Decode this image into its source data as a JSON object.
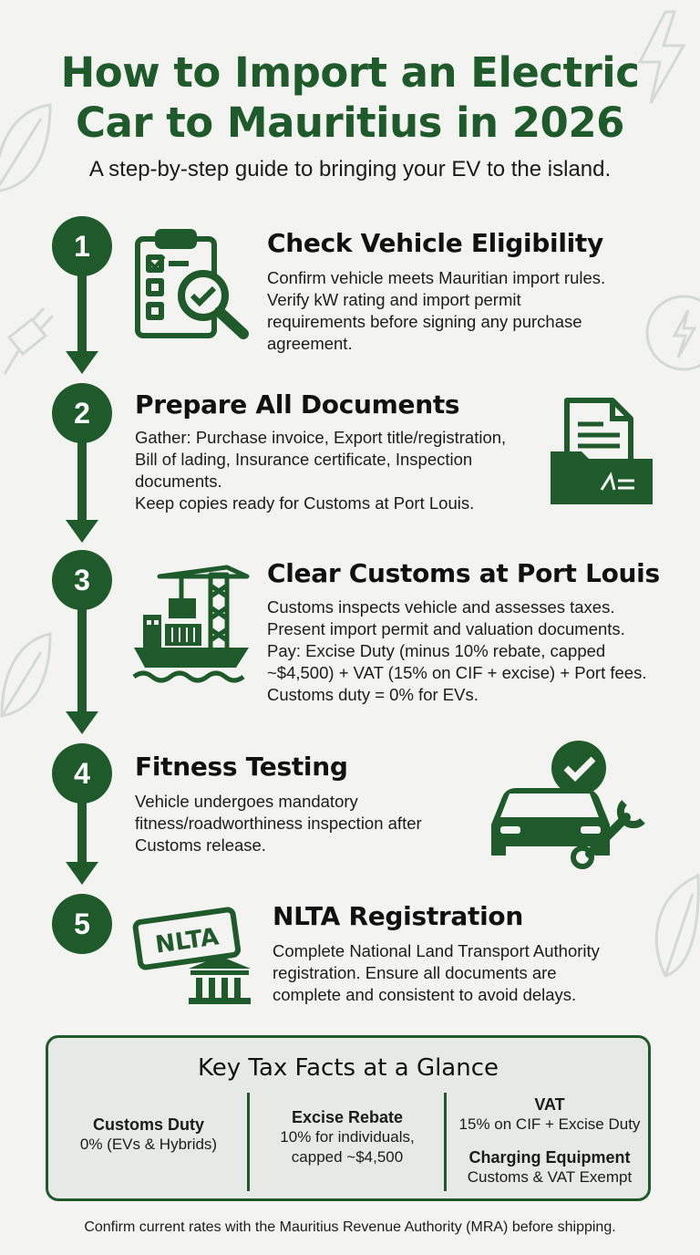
{
  "header": {
    "title_line1": "How to Import an Electric",
    "title_line2": "Car to Mauritius in 2026",
    "subtitle": "A step-by-step guide to bringing your EV to the island."
  },
  "steps": [
    {
      "number": "1",
      "heading": "Check Vehicle Eligibility",
      "lines": [
        "Confirm vehicle meets Mauritian import rules.",
        "Verify kW rating and import permit",
        "requirements before signing any purchase",
        "agreement."
      ],
      "icon": "checklist-magnifier-icon"
    },
    {
      "number": "2",
      "heading": "Prepare All Documents",
      "lines": [
        "Gather: Purchase invoice, Export title/registration,",
        "Bill of lading, Insurance certificate, Inspection",
        "documents.",
        "Keep copies ready for Customs at Port Louis."
      ],
      "icon": "document-folder-icon"
    },
    {
      "number": "3",
      "heading": "Clear Customs at Port Louis",
      "lines": [
        "Customs inspects vehicle and assesses taxes.",
        "Present import permit and valuation documents.",
        "Pay: Excise Duty (minus 10% rebate, capped",
        "~$4,500) + VAT (15% on CIF + excise) + Port fees.",
        "Customs duty = 0% for EVs."
      ],
      "icon": "cargo-ship-crane-icon"
    },
    {
      "number": "4",
      "heading": "Fitness Testing",
      "lines": [
        "Vehicle undergoes mandatory",
        "fitness/roadworthiness inspection after",
        "Customs release."
      ],
      "icon": "car-wrench-check-icon"
    },
    {
      "number": "5",
      "heading": "NLTA Registration",
      "lines": [
        "Complete National Land Transport Authority",
        "registration. Ensure all documents are",
        "complete and consistent to avoid delays."
      ],
      "icon": "license-plate-building-icon",
      "plate_text": "NLTA"
    }
  ],
  "tax_facts": {
    "title": "Key Tax Facts at a Glance",
    "customs_label": "Customs Duty",
    "customs_value": "0% (EVs & Hybrids)",
    "excise_label": "Excise Rebate",
    "excise_line1": "10% for individuals,",
    "excise_line2": "capped ~$4,500",
    "vat_label": "VAT",
    "vat_value": "15% on CIF + Excise Duty",
    "charging_label": "Charging Equipment",
    "charging_value": "Customs & VAT Exempt"
  },
  "footer": "Confirm current rates with the Mauritius Revenue Authority (MRA) before shipping.",
  "colors": {
    "primary_green": "#1f5a2a",
    "background": "#f3f4f2"
  }
}
